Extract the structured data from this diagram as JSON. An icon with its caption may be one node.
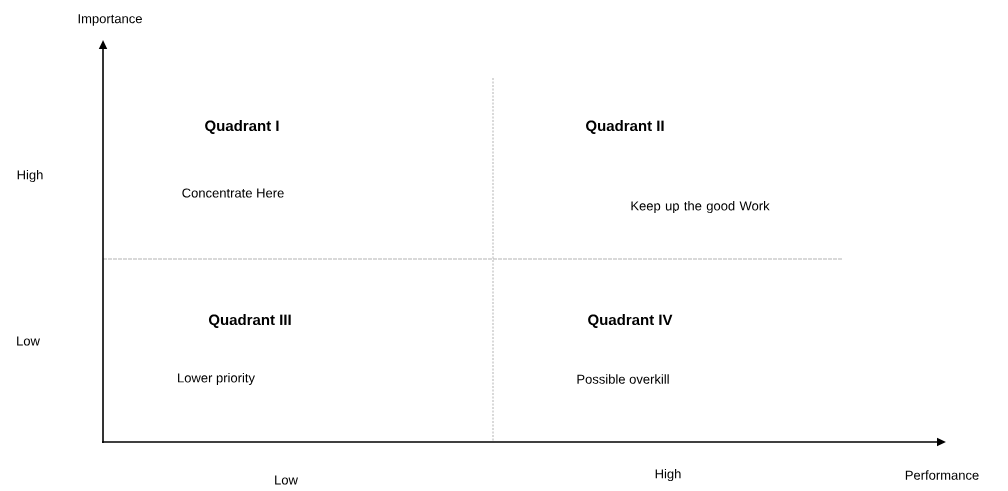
{
  "diagram": {
    "labels": [
      "Importance",
      "Quadrant I",
      "Quadrant II",
      "High",
      "Concentrate Here",
      "Keep up the good Work",
      "Low",
      "Quadrant III",
      "Quadrant IV",
      "Lower priority",
      "Possible overkill",
      "Low",
      "High",
      "Performance"
    ]
  }
}
